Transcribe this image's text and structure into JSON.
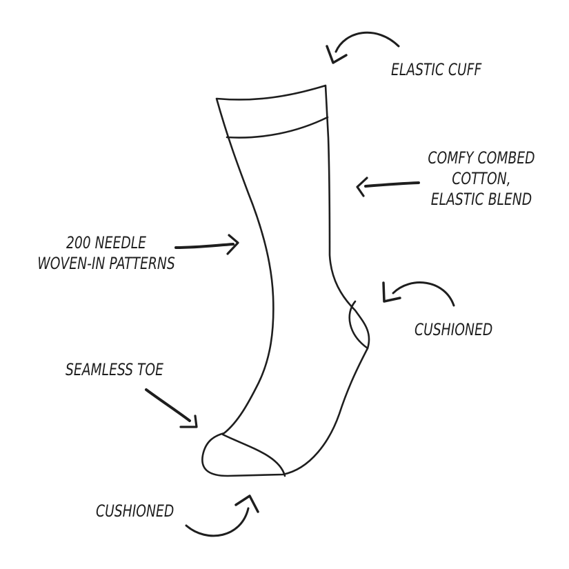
{
  "diagram": {
    "type": "annotated product illustration",
    "subject": "sock",
    "colors": {
      "background": "#ffffff",
      "stroke": "#1e1e1e"
    },
    "annotations": [
      {
        "id": "elastic-cuff",
        "lines": [
          "ELASTIC CUFF"
        ],
        "arrow": "curved, pointing left-down to cuff"
      },
      {
        "id": "comfy-cotton",
        "lines": [
          "COMFY COMBED",
          "COTTON,",
          "ELASTIC BLEND"
        ],
        "arrow": "straight, pointing left to leg"
      },
      {
        "id": "needle-patterns",
        "lines": [
          "200 NEEDLE",
          "WOVEN-IN PATTERNS"
        ],
        "arrow": "straight, pointing right to leg"
      },
      {
        "id": "cushioned-heel",
        "lines": [
          "CUSHIONED"
        ],
        "arrow": "curved, pointing left to heel"
      },
      {
        "id": "seamless-toe",
        "lines": [
          "SEAMLESS TOE"
        ],
        "arrow": "diagonal, pointing down-right to toe"
      },
      {
        "id": "cushioned-sole",
        "lines": [
          "CUSHIONED"
        ],
        "arrow": "curved, pointing up to sole"
      }
    ]
  }
}
